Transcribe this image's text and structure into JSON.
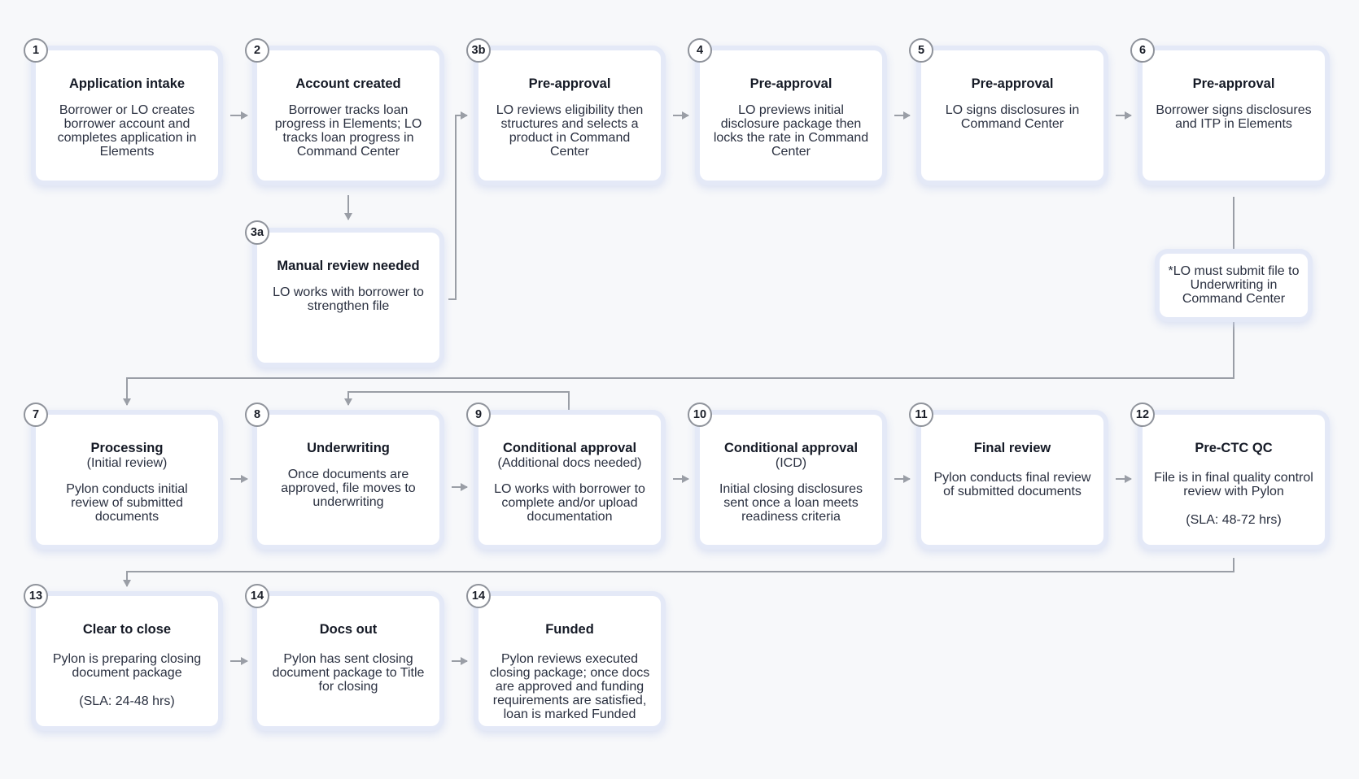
{
  "steps": [
    {
      "id": "s1",
      "badge": "1",
      "title": "Application intake",
      "desc": "Borrower or LO creates borrower account and completes application in Elements"
    },
    {
      "id": "s2",
      "badge": "2",
      "title": "Account created",
      "desc": "Borrower tracks loan progress in Elements; LO tracks loan progress in Command Center"
    },
    {
      "id": "s3b",
      "badge": "3b",
      "title": "Pre-approval",
      "desc": "LO reviews eligibility then structures and selects a product in Command Center"
    },
    {
      "id": "s4",
      "badge": "4",
      "title": "Pre-approval",
      "desc": "LO previews initial disclosure package then locks the rate in Command Center"
    },
    {
      "id": "s5",
      "badge": "5",
      "title": "Pre-approval",
      "desc": "LO signs disclosures in Command Center"
    },
    {
      "id": "s6",
      "badge": "6",
      "title": "Pre-approval",
      "desc": "Borrower signs disclosures and ITP in Elements"
    },
    {
      "id": "s3a",
      "badge": "3a",
      "title": "Manual review needed",
      "desc": "LO works with borrower to strengthen file"
    },
    {
      "id": "s7",
      "badge": "7",
      "title": "Processing",
      "subtitle": "(Initial review)",
      "desc": "Pylon conducts initial review of submitted documents"
    },
    {
      "id": "s8",
      "badge": "8",
      "title": "Underwriting",
      "desc": "Once documents are approved, file moves to underwriting"
    },
    {
      "id": "s9",
      "badge": "9",
      "title": "Conditional approval",
      "subtitle": "(Additional docs needed)",
      "desc": "LO works with borrower to complete and/or upload documentation"
    },
    {
      "id": "s10",
      "badge": "10",
      "title": "Conditional approval",
      "subtitle": "(ICD)",
      "desc": "Initial closing disclosures sent once a loan meets readiness criteria"
    },
    {
      "id": "s11",
      "badge": "11",
      "title": "Final review",
      "desc": "Pylon conducts final review of submitted documents"
    },
    {
      "id": "s12",
      "badge": "12",
      "title": "Pre-CTC QC",
      "desc": "File is in final quality control review with Pylon",
      "sla": "(SLA: 48-72 hrs)"
    },
    {
      "id": "s13",
      "badge": "13",
      "title": "Clear to close",
      "desc": "Pylon is preparing closing document package",
      "sla": "(SLA: 24-48 hrs)"
    },
    {
      "id": "s14a",
      "badge": "14",
      "title": "Docs out",
      "desc": "Pylon has sent closing document package to Title for closing"
    },
    {
      "id": "s14b",
      "badge": "14",
      "title": "Funded",
      "desc": "Pylon reviews executed closing package; once docs are approved and funding requirements are satisfied, loan is marked Funded"
    }
  ],
  "note": {
    "text": "*LO must submit file to Underwriting in Command Center"
  },
  "colors": {
    "arrow": "#9a9ea6",
    "card_glow": "#e4e9f7",
    "badge_border": "#8f939b"
  }
}
